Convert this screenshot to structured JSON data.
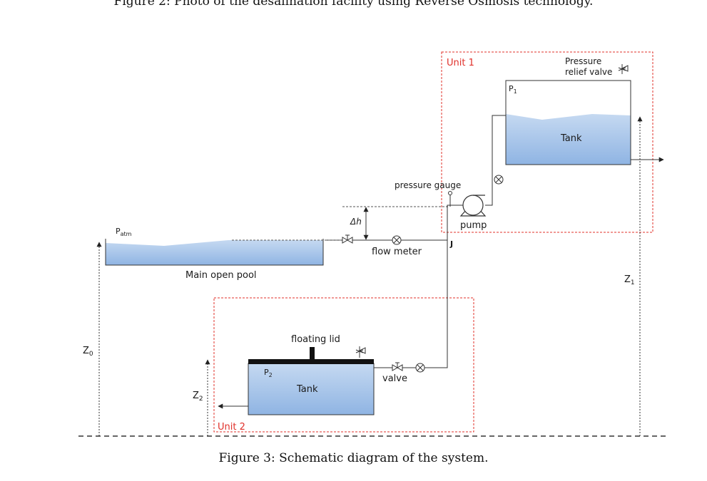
{
  "captions": {
    "top": "Figure 2: Photo of the desalination facility using Reverse Osmosis technology.",
    "bottom": "Figure 3: Schematic diagram of the system."
  },
  "units": {
    "unit1": "Unit 1",
    "unit2": "Unit 2"
  },
  "labels": {
    "pressure_relief": [
      "Pressure",
      "relief valve"
    ],
    "p1": "P",
    "p1_sub": "1",
    "tank_upper": "Tank",
    "pressure_gauge": "pressure gauge",
    "pump": "pump",
    "junction": "J",
    "delta_h": "Δh",
    "flow_meter": "flow meter",
    "patm": "P",
    "patm_sub": "atm",
    "main_pool": "Main open pool",
    "z0": "Z",
    "z0_sub": "0",
    "z1": "Z",
    "z1_sub": "1",
    "z2": "Z",
    "z2_sub": "2",
    "floating_lid": "floating lid",
    "p2": "P",
    "p2_sub": "2",
    "tank_lower": "Tank",
    "valve": "valve"
  },
  "colors": {
    "water_top": "#c5d9f1",
    "water_bottom": "#8fb4e3",
    "unit_border": "#e0302a",
    "line": "#222222"
  }
}
